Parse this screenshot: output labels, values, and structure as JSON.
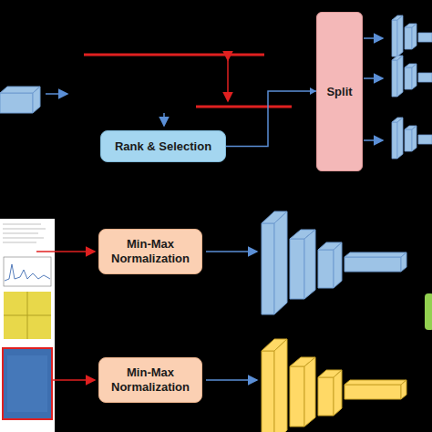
{
  "diagram": {
    "nodes": [
      {
        "text": [
          "Rank & Selection"
        ]
      },
      {
        "text": [
          "Split"
        ]
      },
      {
        "text": [
          "Min-Max Normalization"
        ]
      },
      {
        "text": [
          "Min-Max Normalization"
        ]
      }
    ],
    "edges": [
      {
        "from": 0,
        "to": 1,
        "arrow": "to"
      }
    ]
  }
}
